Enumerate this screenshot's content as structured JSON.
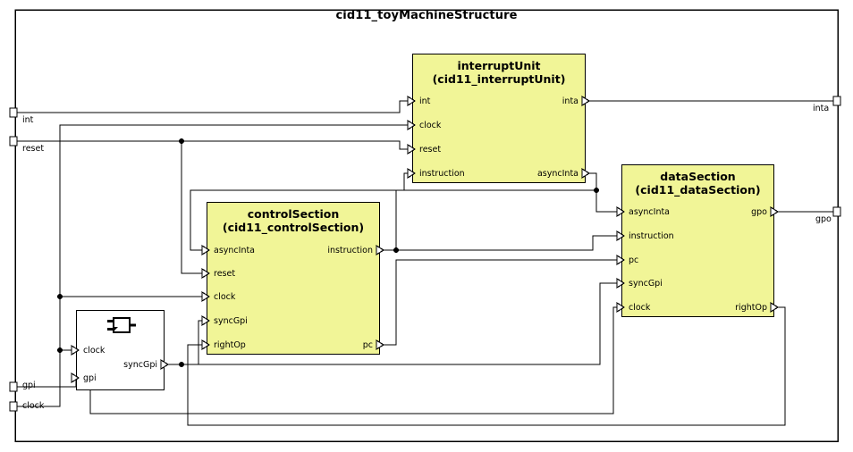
{
  "diagram": {
    "title": "cid11_toyMachineStructure",
    "type": "hardware-block-diagram",
    "colors": {
      "block_fill": "#f1f597",
      "block_stroke": "#000000",
      "wire": "#000000",
      "background": "#ffffff",
      "plain_block_fill": "#ffffff"
    }
  },
  "frame": {
    "name": "toyMachineStructure-frame",
    "inputs": [
      {
        "name": "int",
        "label": "int"
      },
      {
        "name": "reset",
        "label": "reset"
      },
      {
        "name": "gpi",
        "label": "gpi"
      },
      {
        "name": "clock",
        "label": "clock"
      }
    ],
    "outputs": [
      {
        "name": "inta",
        "label": "inta"
      },
      {
        "name": "gpo",
        "label": "gpo"
      }
    ]
  },
  "blocks": [
    {
      "id": "interruptUnit",
      "title_line1": "interruptUnit",
      "title_line2": "(cid11_interruptUnit)",
      "inputs": [
        {
          "label": "int"
        },
        {
          "label": "clock"
        },
        {
          "label": "reset"
        },
        {
          "label": "instruction"
        }
      ],
      "outputs": [
        {
          "label": "inta"
        },
        {
          "label": "asyncInta"
        }
      ]
    },
    {
      "id": "dataSection",
      "title_line1": "dataSection",
      "title_line2": "(cid11_dataSection)",
      "inputs": [
        {
          "label": "asyncInta"
        },
        {
          "label": "instruction"
        },
        {
          "label": "pc"
        },
        {
          "label": "syncGpi"
        },
        {
          "label": "clock"
        }
      ],
      "outputs": [
        {
          "label": "gpo"
        },
        {
          "label": "rightOp"
        }
      ]
    },
    {
      "id": "controlSection",
      "title_line1": "controlSection",
      "title_line2": "(cid11_controlSection)",
      "inputs": [
        {
          "label": "asyncInta"
        },
        {
          "label": "reset"
        },
        {
          "label": "clock"
        },
        {
          "label": "syncGpi"
        },
        {
          "label": "rightOp"
        }
      ],
      "outputs": [
        {
          "label": "instruction"
        },
        {
          "label": "pc"
        }
      ]
    },
    {
      "id": "syncGpiRegister",
      "icon": "register-flipflop-icon",
      "title_line1": "",
      "title_line2": "",
      "inputs": [
        {
          "label": "clock"
        },
        {
          "label": "gpi"
        }
      ],
      "outputs": [
        {
          "label": "syncGpi"
        }
      ]
    }
  ]
}
